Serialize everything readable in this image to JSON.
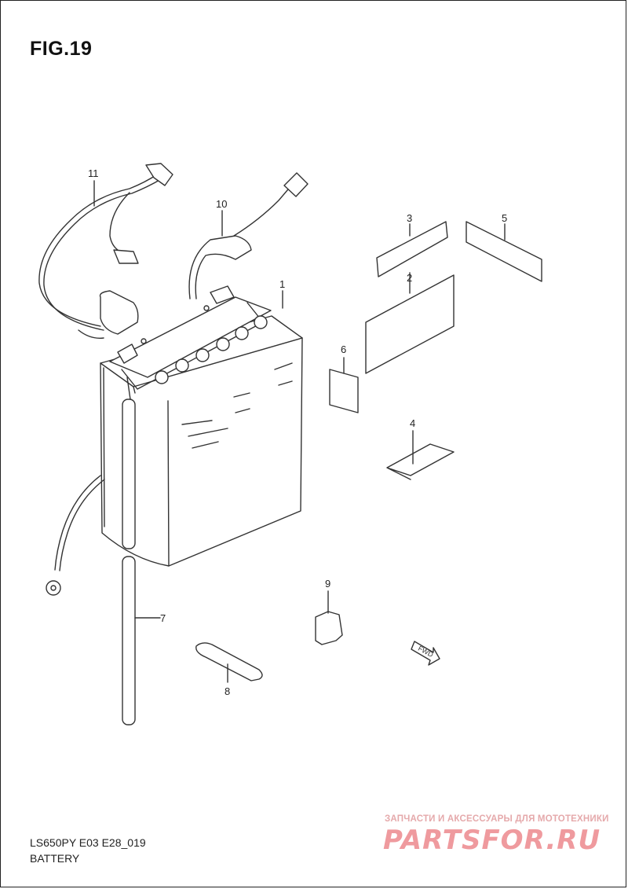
{
  "figure": {
    "title": "FIG.19"
  },
  "callouts": [
    {
      "id": "1",
      "label": "1"
    },
    {
      "id": "2",
      "label": "2"
    },
    {
      "id": "3",
      "label": "3"
    },
    {
      "id": "4",
      "label": "4"
    },
    {
      "id": "5",
      "label": "5"
    },
    {
      "id": "6",
      "label": "6"
    },
    {
      "id": "7",
      "label": "7"
    },
    {
      "id": "8",
      "label": "8"
    },
    {
      "id": "9",
      "label": "9"
    },
    {
      "id": "10",
      "label": "10"
    },
    {
      "id": "11",
      "label": "11"
    }
  ],
  "fwd_marker": {
    "label": "FWD"
  },
  "footer": {
    "model_code": "LS650PY E03 E28_019",
    "section": "BATTERY"
  },
  "watermark": {
    "caption": "ЗАПЧАСТИ И АКСЕССУАРЫ ДЛЯ МОТОТЕХНИКИ",
    "logo": "PARTSFOR.RU"
  }
}
